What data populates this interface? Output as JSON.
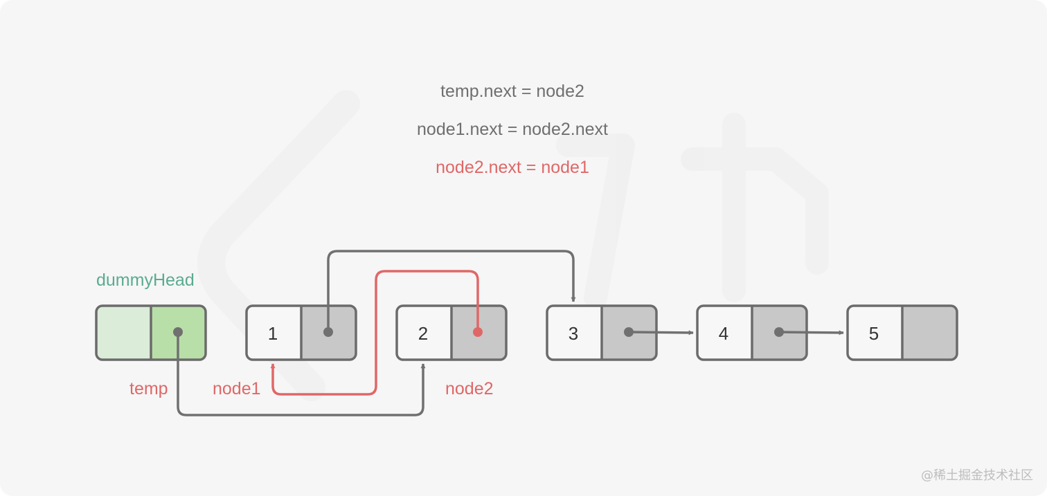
{
  "code_lines": [
    {
      "text": "temp.next = node2",
      "color": "#6f6f6f"
    },
    {
      "text": "node1.next = node2.next",
      "color": "#6f6f6f"
    },
    {
      "text": "node2.next = node1",
      "color": "#e06767"
    }
  ],
  "nodes": [
    {
      "id": "dummy",
      "value": ""
    },
    {
      "id": "n1",
      "value": "1"
    },
    {
      "id": "n2",
      "value": "2"
    },
    {
      "id": "n3",
      "value": "3"
    },
    {
      "id": "n4",
      "value": "4"
    },
    {
      "id": "n5",
      "value": "5"
    }
  ],
  "labels": {
    "dummy_head": "dummyHead",
    "temp": "temp",
    "node1": "node1",
    "node2": "node2"
  },
  "colors": {
    "background": "#f6f6f6",
    "node_border": "#6b6b6b",
    "node_fill": "#f7f7f7",
    "pointer_fill": "#c8c8c8",
    "dummy_fill": "#dbecd8",
    "dummy_pointer_fill": "#b9dfa9",
    "gray_arrow": "#707070",
    "highlight_arrow": "#e06767",
    "dummy_label": "#5aab91",
    "pointer_label": "#e06767",
    "watermark": "#bdbdbd"
  },
  "watermark": "@稀土掘金技术社区"
}
